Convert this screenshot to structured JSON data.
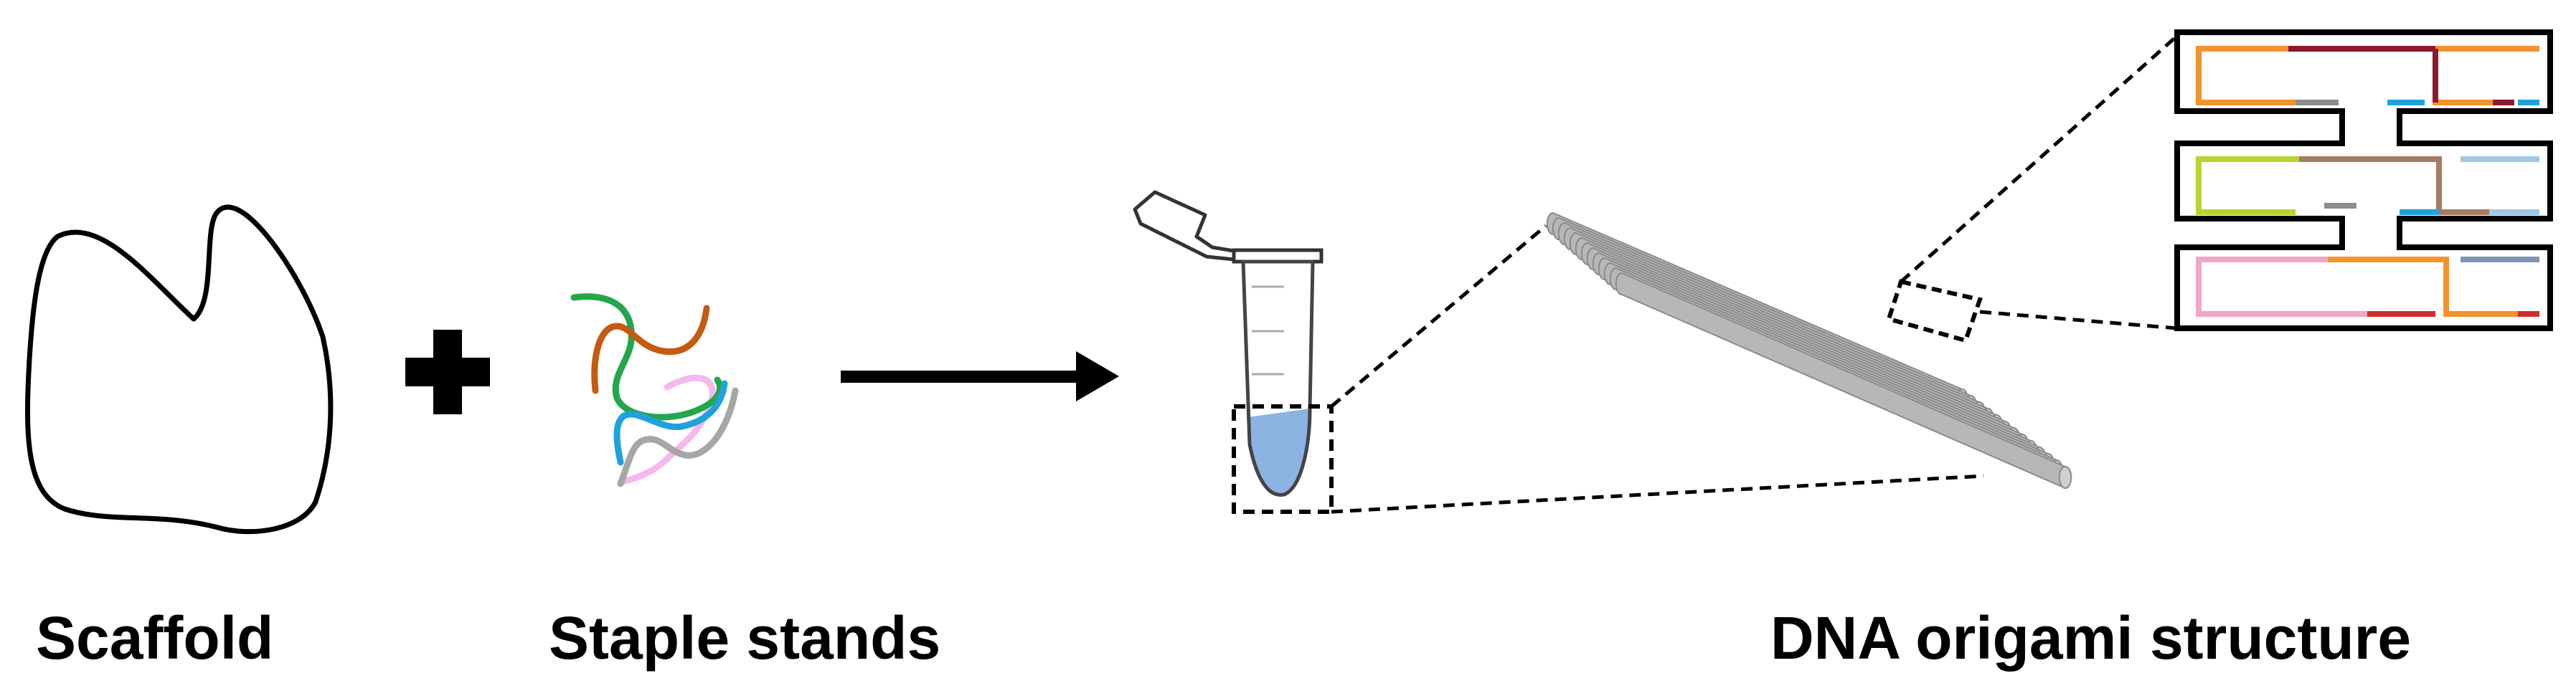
{
  "labels": {
    "scaffold": "Scaffold",
    "staple_strands": "Staple stands",
    "origami_structure": "DNA origami structure"
  },
  "colors": {
    "outline": "#000000",
    "tube_liquid": "#8db3e2",
    "rod_fill": "#b7b7b7",
    "rod_edge": "#8a8a8a",
    "strand_green": "#22a84a",
    "strand_orange": "#c55a11",
    "strand_blue": "#1fa2dc",
    "strand_pink": "#f5b8ef",
    "strand_gray": "#a6a6a6",
    "seg_orange": "#f4922d",
    "seg_maroon": "#8b1a2c",
    "seg_gray": "#8c8c8c",
    "seg_blue": "#1fa2dc",
    "seg_lightblue": "#9ec9e6",
    "seg_lime": "#b8d432",
    "seg_brown": "#a77b61",
    "seg_pink": "#f1a6c8",
    "seg_red": "#cf2e2e",
    "seg_slate": "#7d96b8"
  },
  "icons": [
    "plus-icon",
    "arrow-right-icon",
    "tube-icon",
    "zoom-box-icon"
  ]
}
